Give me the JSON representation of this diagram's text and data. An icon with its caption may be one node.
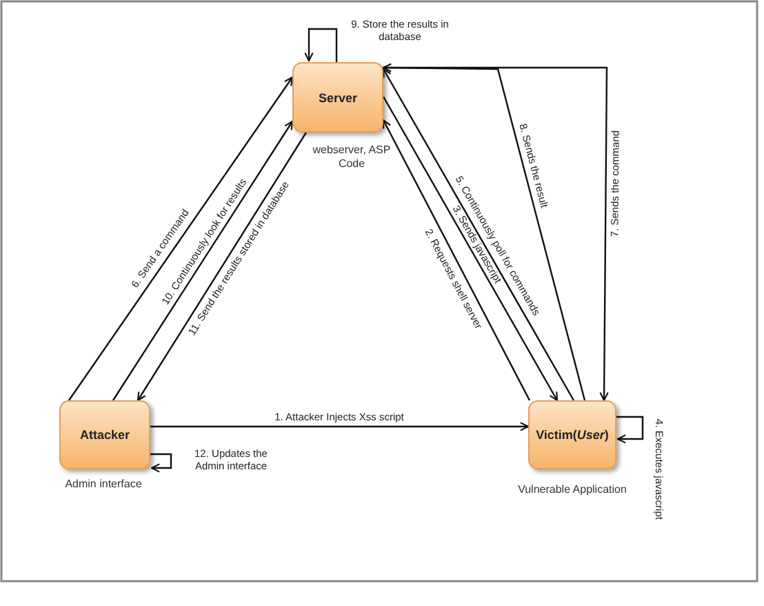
{
  "diagram": {
    "nodes": [
      {
        "text": [
          "Server"
        ],
        "beside": [
          "webserver, ASP Code"
        ]
      },
      {
        "text": [
          "Attacker"
        ],
        "beside": [
          "Admin interface"
        ]
      },
      {
        "text": [
          "Victim(*User*)"
        ],
        "beside": [
          "Vulnerable Application"
        ]
      }
    ],
    "edges": [
      {
        "from": 1,
        "to": 2,
        "arrow": "to",
        "label": "1. Attacker Injects Xss script"
      },
      {
        "from": 2,
        "to": 0,
        "arrow": "to",
        "label": "2. Requests shell server"
      },
      {
        "from": 0,
        "to": 2,
        "arrow": "to",
        "label": "3. Sends javascript"
      },
      {
        "from": 2,
        "to": 2,
        "arrow": "to",
        "label": "4. Executes javascript"
      },
      {
        "from": 2,
        "to": 0,
        "arrow": "to",
        "label": "5. Continuously poll for commands"
      },
      {
        "from": 1,
        "to": 0,
        "arrow": "to",
        "label": "6. Send a command"
      },
      {
        "from": 0,
        "to": 2,
        "arrow": "to",
        "label": "7. Sends the command"
      },
      {
        "from": 2,
        "to": 0,
        "arrow": "to",
        "label": "8. Sends the result"
      },
      {
        "from": 0,
        "to": 0,
        "arrow": "to",
        "label": "9. Store the results in database"
      },
      {
        "from": 1,
        "to": 0,
        "arrow": "to",
        "label": "10. Continuously look for results"
      },
      {
        "from": 0,
        "to": 1,
        "arrow": "to",
        "label": "11. Send the results stored in database"
      },
      {
        "from": 1,
        "to": 1,
        "arrow": "to",
        "label": "12. Updates the Admin interface"
      }
    ]
  }
}
